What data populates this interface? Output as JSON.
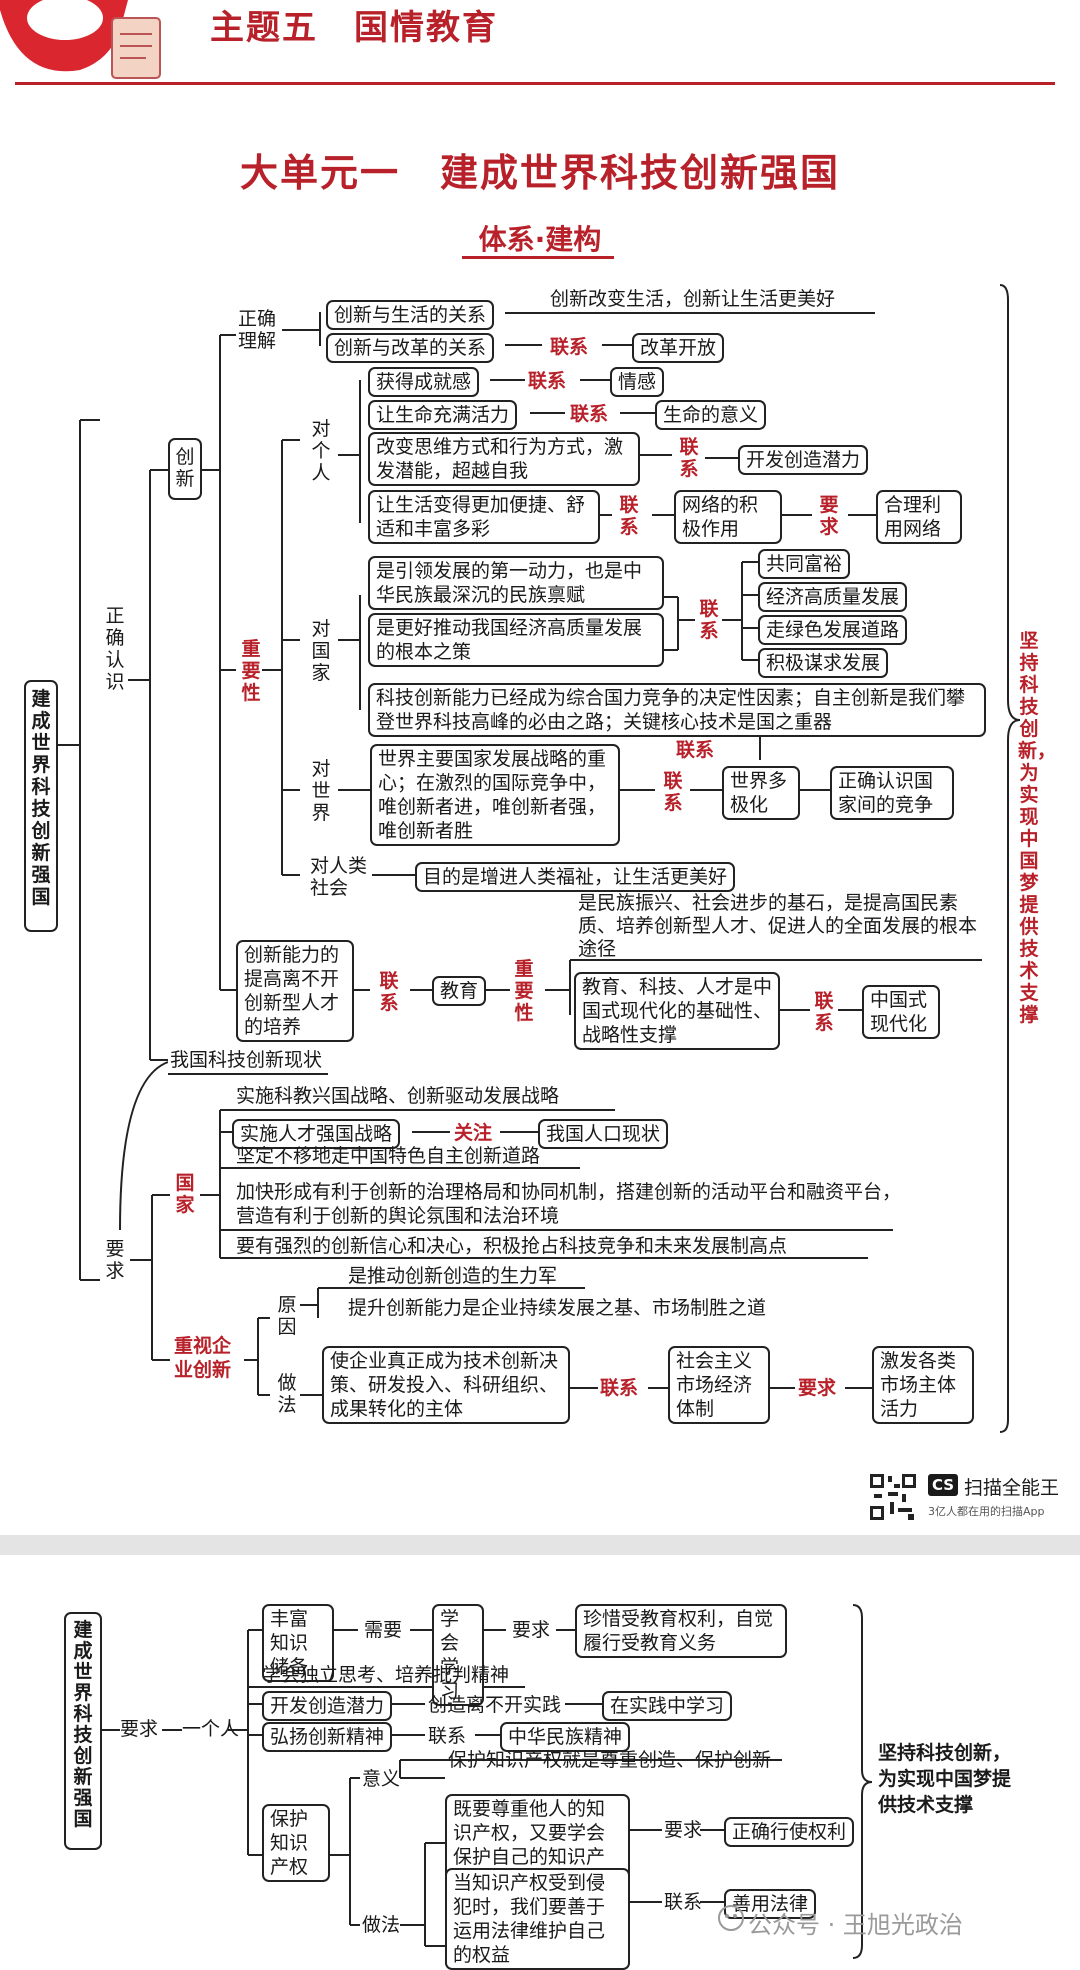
{
  "header": {
    "topic": "主题五　国情教育"
  },
  "unit_title": "大单元一　建成世界科技创新强国",
  "section_title": "体系·建构",
  "root": "建成世界科技创新强国",
  "right_banner": "坚持科技创新，为实现中国梦提供技术支撑",
  "zhengque_renshi": "正确认识",
  "yaoqiu": "要求",
  "chuangxin": "创新",
  "zhengque_lijie": "正确理解",
  "zhongyaoxing": "重要性",
  "lijie": {
    "r1": "创新与生活的关系",
    "r1_note": "创新改变生活，创新让生活更美好",
    "r2": "创新与改革的关系",
    "r2_link": "联系",
    "r2_target": "改革开放"
  },
  "dui_geren": {
    "label": "对个人",
    "r1": "获得成就感",
    "r1_link": "联系",
    "r1_target": "情感",
    "r2": "让生命充满活力",
    "r2_link": "联系",
    "r2_target": "生命的意义",
    "r3": "改变思维方式和行为方式，激发潜能，超越自我",
    "r3_link": "联系",
    "r3_target": "开发创造潜力",
    "r4": "让生活变得更加便捷、舒适和丰富多彩",
    "r4_link": "联系",
    "r4_mid": "网络的积极作用",
    "r4_req": "要求",
    "r4_target": "合理利用网络"
  },
  "dui_guojia": {
    "label": "对国家",
    "r1": "是引领发展的第一动力，也是中华民族最深沉的民族禀赋",
    "r2": "是更好推动我国经济高质量发展的根本之策",
    "link": "联系",
    "targets": [
      "共同富裕",
      "经济高质量发展",
      "走绿色发展道路",
      "积极谋求发展"
    ],
    "r3": "科技创新能力已经成为综合国力竞争的决定性因素；自主创新是我们攀登世界科技高峰的必由之路；关键核心技术是国之重器"
  },
  "dui_shijie": {
    "label": "对世界",
    "top_link": "联系",
    "r1": "世界主要国家发展战略的重心；在激烈的国际竞争中，唯创新者进，唯创新者强，唯创新者胜",
    "link": "联系",
    "mid": "世界多极化",
    "target": "正确认识国家间的竞争"
  },
  "dui_renlei": {
    "label": "对人类社会",
    "r1": "目的是增进人类福祉，让生活更美好"
  },
  "peiyang": {
    "box": "创新能力的提高离不开创新型人才的培养",
    "link": "联系",
    "edu": "教育",
    "imp": "重要性",
    "note": "是民族振兴、社会进步的基石，是提高国民素质、培养创新型人才、促进人的全面发展的根本途径",
    "box2": "教育、科技、人才是中国式现代化的基础性、战略性支撑",
    "link2": "联系",
    "target": "中国式现代化"
  },
  "xianzhuang": "我国科技创新现状",
  "guojia": {
    "label": "国家",
    "r1": "实施科教兴国战略、创新驱动发展战略",
    "r2": "实施人才强国战略",
    "r2_link": "关注",
    "r2_target": "我国人口现状",
    "r3": "坚定不移地走中国特色自主创新道路",
    "r4": "加快形成有利于创新的治理格局和协同机制，搭建创新的活动平台和融资平台，营造有利于创新的舆论氛围和法治环境",
    "r5": "要有强烈的创新信心和决心，积极抢占科技竞争和未来发展制高点"
  },
  "qiye": {
    "label": "重视企业创新",
    "yuanyin": "原因",
    "y1": "是推动创新创造的生力军",
    "y2": "提升创新能力是企业持续发展之基、市场制胜之道",
    "zuofa": "做法",
    "z1": "使企业真正成为技术创新决策、研发投入、科研组织、成果转化的主体",
    "z_link": "联系",
    "z_mid": "社会主义市场经济体制",
    "z_req": "要求",
    "z_target": "激发各类市场主体活力"
  },
  "scanner": {
    "name": "扫描全能王",
    "tagline": "3亿人都在用的扫描App",
    "logo": "CS"
  },
  "page2": {
    "root": "建成世界科技创新强国",
    "req": "要求",
    "person": "一个人",
    "a1": "丰富知识储备",
    "a1_need": "需要",
    "a1_mid": "学会学习",
    "a1_req": "要求",
    "a1_target": "珍惜受教育权利，自觉履行受教育义务",
    "a2": "学会独立思考、培养批判精神",
    "a3": "开发创造潜力",
    "a3_note": "创造离不开实践",
    "a3_target": "在实践中学习",
    "a4": "弘扬创新精神",
    "a4_link": "联系",
    "a4_target": "中华民族精神",
    "a5": "保护知识产权",
    "yiyi": "意义",
    "yiyi_text": "保护知识产权就是尊重创造、保护创新",
    "zuofa": "做法",
    "z1": "既要尊重他人的知识产权，又要学会保护自己的知识产权",
    "z1_req": "要求",
    "z1_target": "正确行使权利",
    "z2": "当知识产权受到侵犯时，我们要善于运用法律维护自己的权益",
    "z2_link": "联系",
    "z2_target": "善用法律",
    "banner": "坚持科技创新，为实现中国梦提供技术支撑"
  },
  "watermark": "公众号 · 王旭光政治"
}
